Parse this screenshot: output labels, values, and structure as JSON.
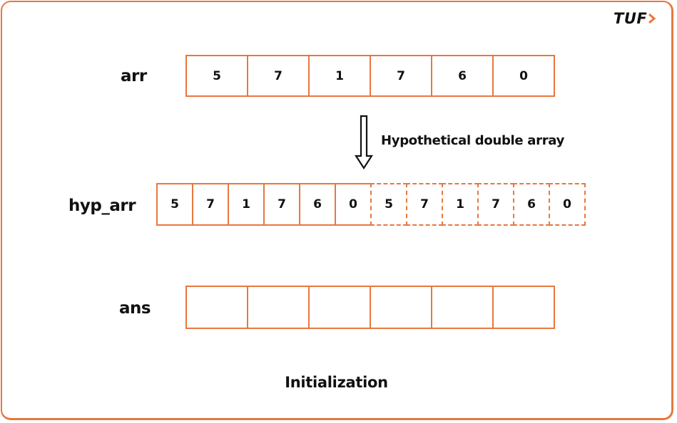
{
  "brand": {
    "logo_text": "TUF",
    "accent_color": "#e8773f"
  },
  "arr": {
    "label": "arr",
    "values": [
      "5",
      "7",
      "1",
      "7",
      "6",
      "0"
    ]
  },
  "transition": {
    "icon": "hollow-down-arrow-icon",
    "label": "Hypothetical double array"
  },
  "hyp_arr": {
    "label": "hyp_arr",
    "values": [
      "5",
      "7",
      "1",
      "7",
      "6",
      "0"
    ],
    "hypothetical_values": [
      "5",
      "7",
      "1",
      "7",
      "6",
      "0"
    ]
  },
  "ans": {
    "label": "ans",
    "values": [
      "",
      "",
      "",
      "",
      "",
      ""
    ]
  },
  "caption": "Initialization"
}
